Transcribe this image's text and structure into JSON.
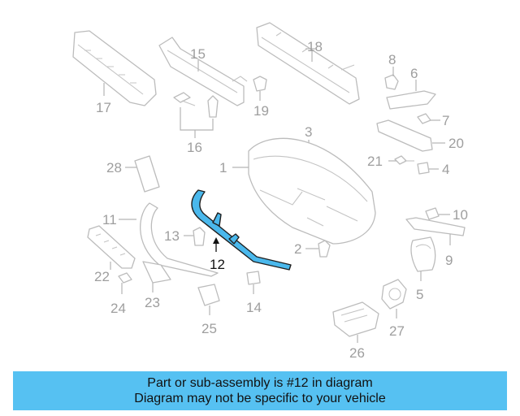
{
  "callouts": {
    "c1": "1",
    "c2": "2",
    "c3": "3",
    "c4": "4",
    "c5": "5",
    "c6": "6",
    "c7": "7",
    "c8": "8",
    "c9": "9",
    "c10": "10",
    "c11": "11",
    "c12": "12",
    "c13": "13",
    "c14": "14",
    "c15": "15",
    "c16": "16",
    "c17": "17",
    "c18": "18",
    "c19": "19",
    "c20": "20",
    "c21": "21",
    "c22": "22",
    "c23": "23",
    "c24": "24",
    "c25": "25",
    "c26": "26",
    "c27": "27",
    "c28": "28"
  },
  "highlight": {
    "part_number": "12",
    "color": "#4ab8ec"
  },
  "banner": {
    "line1": "Part or sub-assembly is #12 in diagram",
    "line2": "Diagram may not be specific to your vehicle",
    "color": "#56c1f2"
  }
}
